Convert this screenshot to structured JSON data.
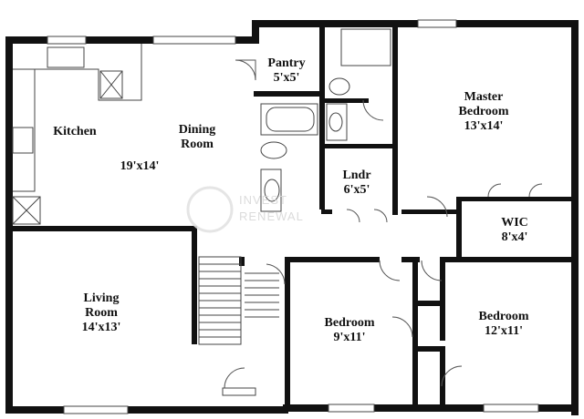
{
  "rooms": {
    "kitchen": {
      "name": "Kitchen"
    },
    "dining": {
      "name_line1": "Dining",
      "name_line2": "Room",
      "size": "19'x14'"
    },
    "pantry": {
      "name": "Pantry",
      "size": "5'x5'"
    },
    "master": {
      "name_line1": "Master",
      "name_line2": "Bedroom",
      "size": "13'x14'"
    },
    "laundry": {
      "name": "Lndr",
      "size": "6'x5'"
    },
    "wic": {
      "name": "WIC",
      "size": "8'x4'"
    },
    "living": {
      "name_line1": "Living",
      "name_line2": "Room",
      "size": "14'x13'"
    },
    "bedroom2": {
      "name": "Bedroom",
      "size": "9'x11'"
    },
    "bedroom3": {
      "name": "Bedroom",
      "size": "12'x11'"
    }
  },
  "watermark": {
    "line1": "INVEST",
    "line2": "RENEWAL"
  },
  "colors": {
    "wall": "#111111",
    "fixture": "#444444",
    "background": "#ffffff"
  }
}
